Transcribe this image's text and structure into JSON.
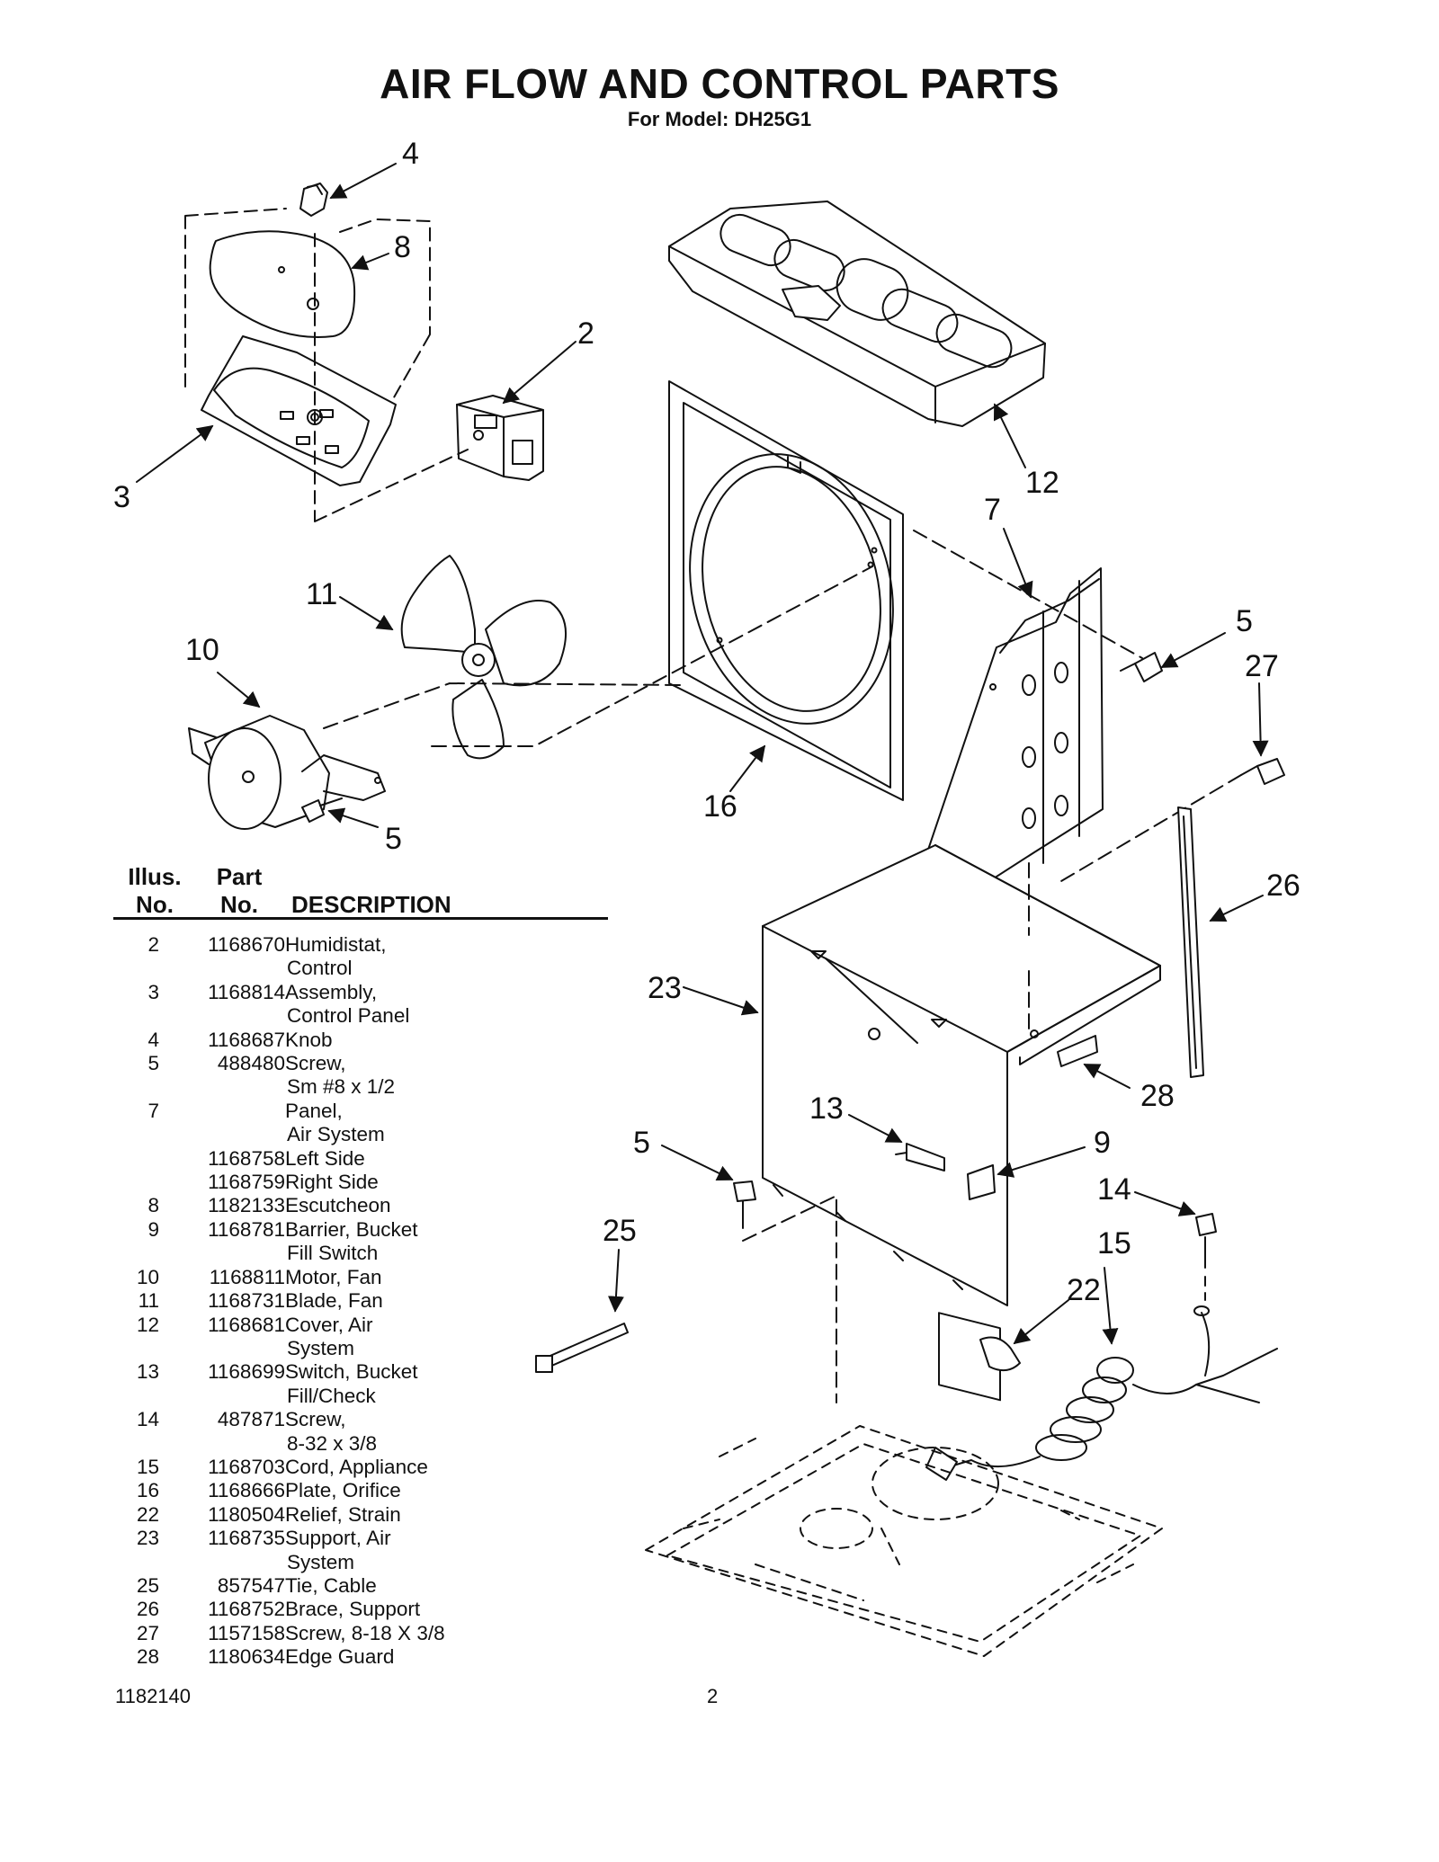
{
  "header": {
    "title": "AIR FLOW AND CONTROL PARTS",
    "model_line": "For Model: DH25G1"
  },
  "callouts": [
    "4",
    "8",
    "2",
    "3",
    "12",
    "7",
    "11",
    "10",
    "5",
    "27",
    "5",
    "16",
    "26",
    "23",
    "28",
    "13",
    "9",
    "5",
    "14",
    "25",
    "15",
    "22"
  ],
  "table": {
    "col_illus": [
      "Illus.",
      "No."
    ],
    "col_part": [
      "Part",
      "No."
    ],
    "col_desc": "DESCRIPTION",
    "rows": [
      {
        "illus": "2",
        "part": "1168670",
        "desc": [
          "Humidistat,",
          "Control"
        ]
      },
      {
        "illus": "3",
        "part": "1168814",
        "desc": [
          "Assembly,",
          "Control Panel"
        ]
      },
      {
        "illus": "4",
        "part": "1168687",
        "desc": [
          "Knob"
        ]
      },
      {
        "illus": "5",
        "part": "488480",
        "desc": [
          "Screw,",
          "Sm #8 x 1/2"
        ]
      },
      {
        "illus": "7",
        "part": "",
        "desc": [
          "Panel,",
          "Air System"
        ]
      },
      {
        "illus": "",
        "part": "1168758",
        "desc": [
          "Left Side"
        ]
      },
      {
        "illus": "",
        "part": "1168759",
        "desc": [
          "Right Side"
        ]
      },
      {
        "illus": "8",
        "part": "1182133",
        "desc": [
          "Escutcheon"
        ]
      },
      {
        "illus": "9",
        "part": "1168781",
        "desc": [
          "Barrier, Bucket",
          "Fill Switch"
        ]
      },
      {
        "illus": "10",
        "part": "1168811",
        "desc": [
          "Motor, Fan"
        ]
      },
      {
        "illus": "11",
        "part": "1168731",
        "desc": [
          "Blade, Fan"
        ]
      },
      {
        "illus": "12",
        "part": "1168681",
        "desc": [
          "Cover, Air",
          "System"
        ]
      },
      {
        "illus": "13",
        "part": "1168699",
        "desc": [
          "Switch, Bucket",
          "Fill/Check"
        ]
      },
      {
        "illus": "14",
        "part": "487871",
        "desc": [
          "Screw,",
          "8-32 x 3/8"
        ]
      },
      {
        "illus": "15",
        "part": "1168703",
        "desc": [
          "Cord, Appliance"
        ]
      },
      {
        "illus": "16",
        "part": "1168666",
        "desc": [
          "Plate, Orifice"
        ]
      },
      {
        "illus": "22",
        "part": "1180504",
        "desc": [
          "Relief, Strain"
        ]
      },
      {
        "illus": "23",
        "part": "1168735",
        "desc": [
          "Support, Air",
          "System"
        ]
      },
      {
        "illus": "25",
        "part": "857547",
        "desc": [
          "Tie, Cable"
        ]
      },
      {
        "illus": "26",
        "part": "1168752",
        "desc": [
          "Brace, Support"
        ]
      },
      {
        "illus": "27",
        "part": "1157158",
        "desc": [
          "Screw, 8-18 X 3/8"
        ]
      },
      {
        "illus": "28",
        "part": "1180634",
        "desc": [
          "Edge Guard"
        ]
      }
    ]
  },
  "footer": {
    "doc_number": "1182140",
    "page_number": "2"
  }
}
